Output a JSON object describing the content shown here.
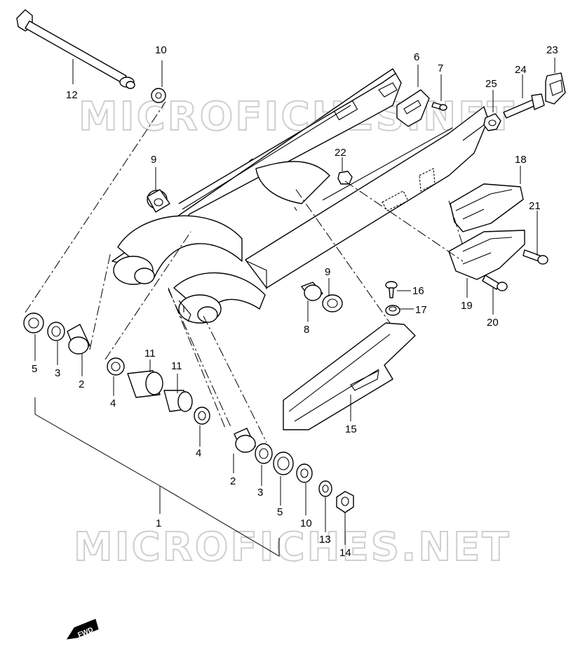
{
  "watermark": "MICROFICHES.NET",
  "direction_badge": "FWD",
  "callouts": [
    "1",
    "2",
    "2",
    "3",
    "3",
    "4",
    "4",
    "5",
    "5",
    "6",
    "7",
    "8",
    "9",
    "9",
    "10",
    "10",
    "11",
    "11",
    "12",
    "13",
    "14",
    "15",
    "16",
    "17",
    "18",
    "19",
    "20",
    "21",
    "22",
    "23",
    "24",
    "25"
  ]
}
